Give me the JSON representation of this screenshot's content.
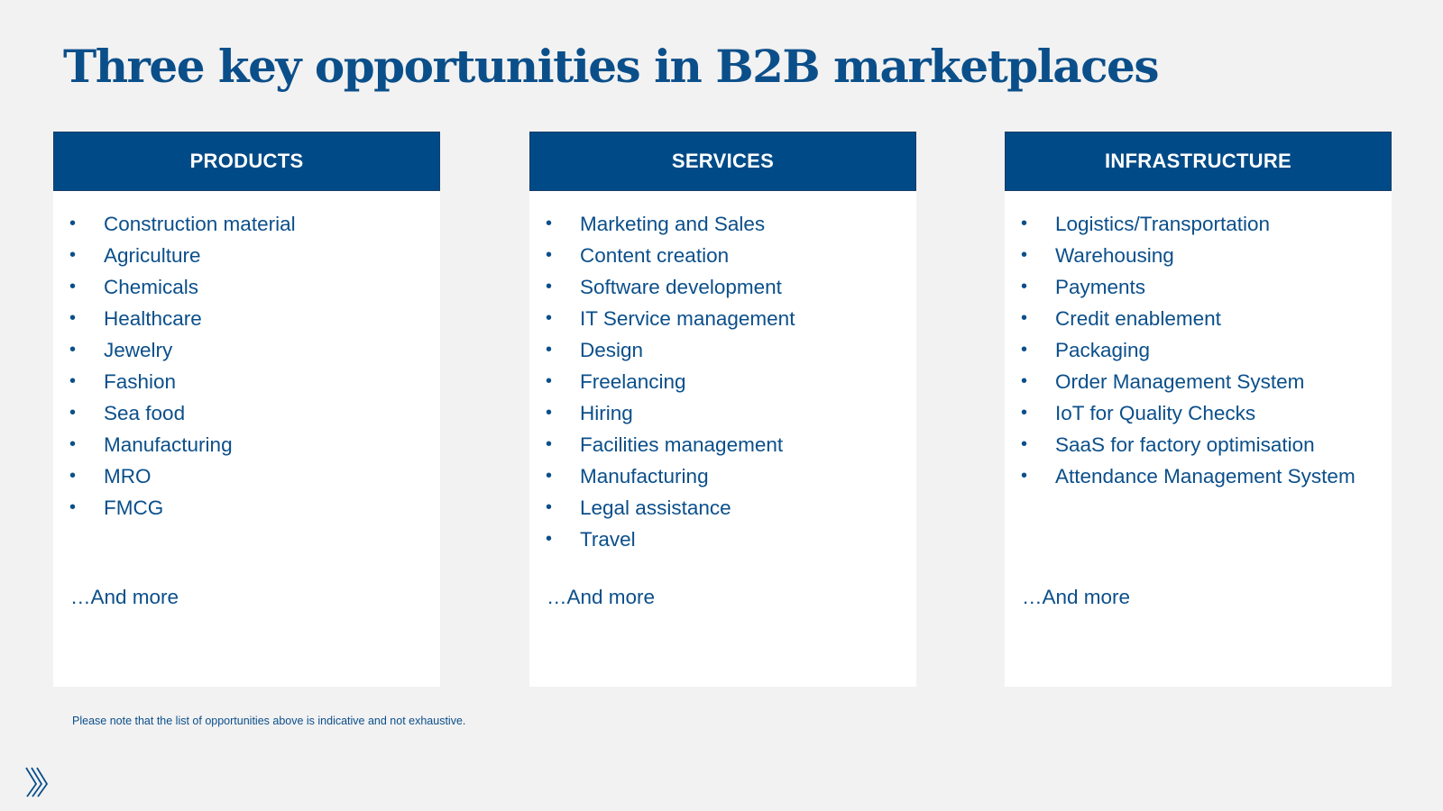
{
  "title": "Three key opportunities in B2B marketplaces",
  "columns": [
    {
      "header": "PRODUCTS",
      "items": [
        "Construction material",
        "Agriculture",
        "Chemicals",
        "Healthcare",
        "Jewelry",
        "Fashion",
        "Sea food",
        "Manufacturing",
        "MRO",
        "FMCG"
      ],
      "more": "…And more"
    },
    {
      "header": "SERVICES",
      "items": [
        "Marketing and Sales",
        "Content creation",
        "Software development",
        "IT Service management",
        "Design",
        "Freelancing",
        "Hiring",
        "Facilities management",
        "Manufacturing",
        "Legal assistance",
        "Travel"
      ],
      "more": "…And more"
    },
    {
      "header": "INFRASTRUCTURE",
      "items": [
        "Logistics/Transportation",
        "Warehousing",
        "Payments",
        "Credit enablement",
        "Packaging",
        "Order Management System",
        "IoT for Quality Checks",
        "SaaS for factory optimisation",
        "Attendance Management System"
      ],
      "more": "…And more"
    }
  ],
  "bullet": "•",
  "footnote": "Please note that the list of opportunities above is indicative and not exhaustive.",
  "logo_icon": "slash-logo-icon",
  "colors": {
    "accent": "#004b87",
    "text": "#0b4f8a",
    "background": "#f2f2f2",
    "card": "#ffffff"
  }
}
